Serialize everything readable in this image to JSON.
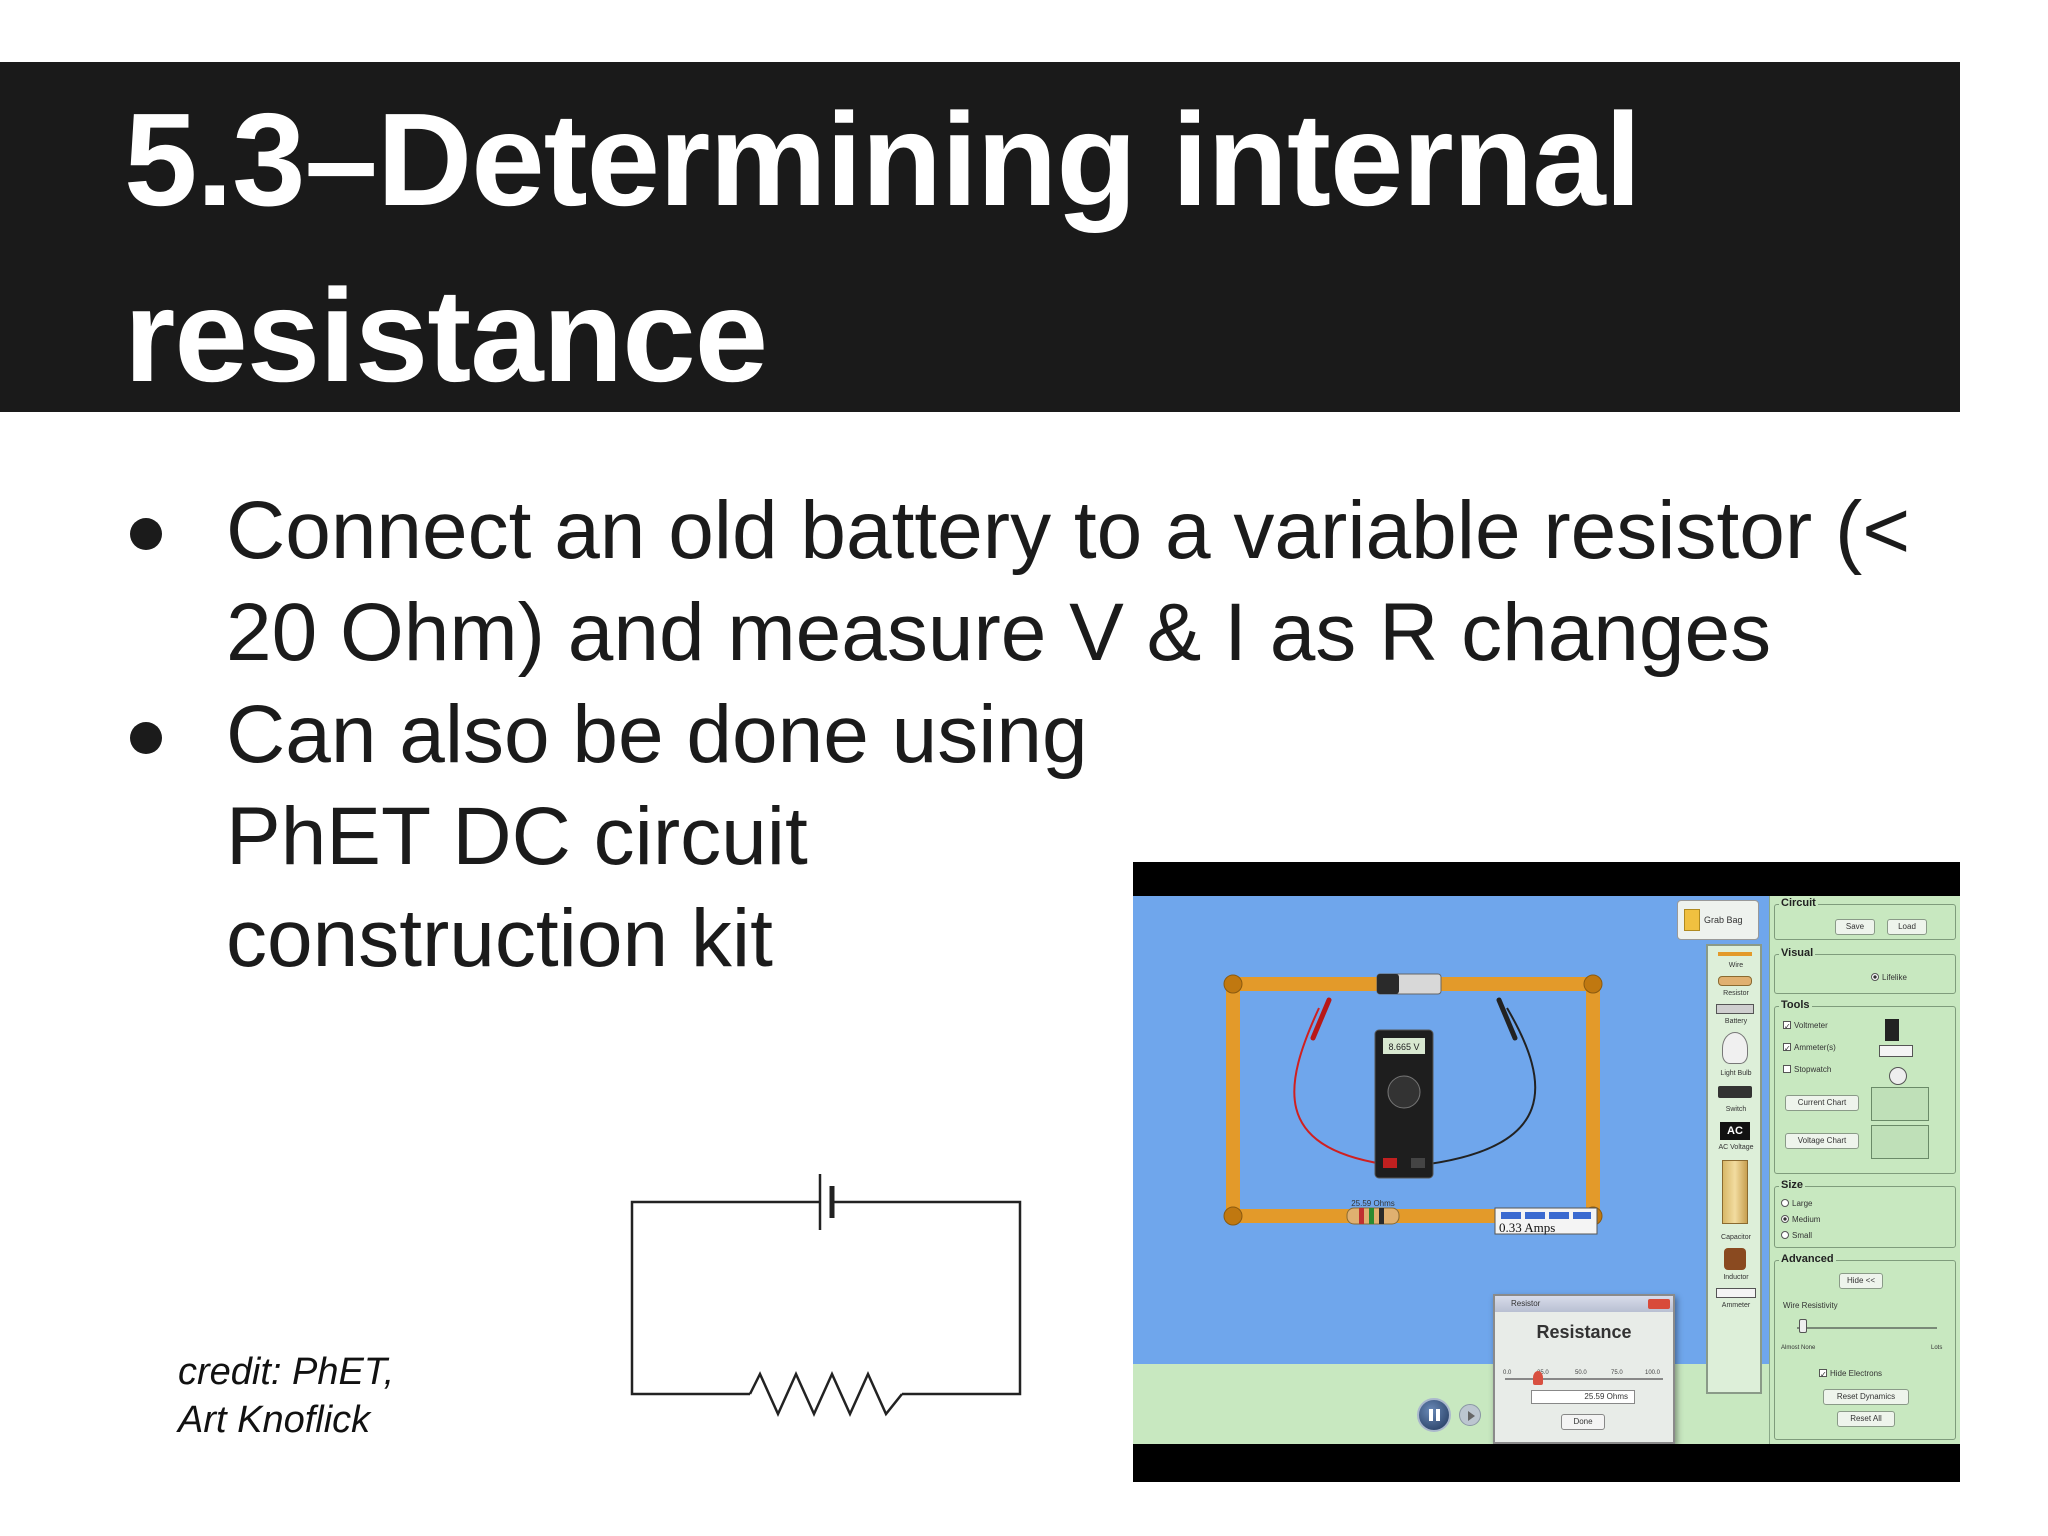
{
  "slide": {
    "title": "5.3–Determining internal resistance",
    "bullets": [
      "Connect an old battery to a variable resistor (< 20 Ohm) and measure V & I as R changes",
      "Can also be done using PhET DC circuit construction kit"
    ],
    "credit": [
      "credit: PhET,",
      "Art Knoflick"
    ]
  },
  "simulation": {
    "voltmeter_reading": "8.665 V",
    "ammeter_reading": "0.33 Amps",
    "resistor_label": "25.59 Ohms",
    "grab_bag_label": "Grab Bag",
    "toolbox_items": [
      "Wire",
      "Resistor",
      "Battery",
      "Light Bulb",
      "Switch",
      "AC Voltage",
      "Capacitor",
      "Inductor",
      "Ammeter"
    ],
    "ac_badge": "AC",
    "panel": {
      "circuit": {
        "title": "Circuit",
        "save": "Save",
        "load": "Load"
      },
      "visual": {
        "title": "Visual",
        "option": "Lifelike"
      },
      "tools": {
        "title": "Tools",
        "voltmeter": "Voltmeter",
        "ammeter": "Ammeter(s)",
        "stopwatch": "Stopwatch",
        "current_chart": "Current Chart",
        "voltage_chart": "Voltage Chart"
      },
      "size": {
        "title": "Size",
        "large": "Large",
        "medium": "Medium",
        "small": "Small"
      },
      "advanced": {
        "title": "Advanced",
        "hide": "Hide <<",
        "wire_resistivity": "Wire Resistivity",
        "almost_none": "Almost None",
        "lots": "Lots",
        "hide_electrons": "Hide Electrons",
        "reset_dynamics": "Reset Dynamics",
        "reset_all": "Reset All"
      }
    },
    "dialog": {
      "window_title": "Resistor",
      "heading": "Resistance",
      "scale": [
        "0.0",
        "25.0",
        "50.0",
        "75.0",
        "100.0"
      ],
      "value": "25.59",
      "unit": "Ohms",
      "done": "Done"
    }
  },
  "colors": {
    "title_bar": "#1a1a1a",
    "sim_background": "#6fa6ec",
    "wire": "#e39a2a",
    "panel": "#c8e8c0"
  }
}
